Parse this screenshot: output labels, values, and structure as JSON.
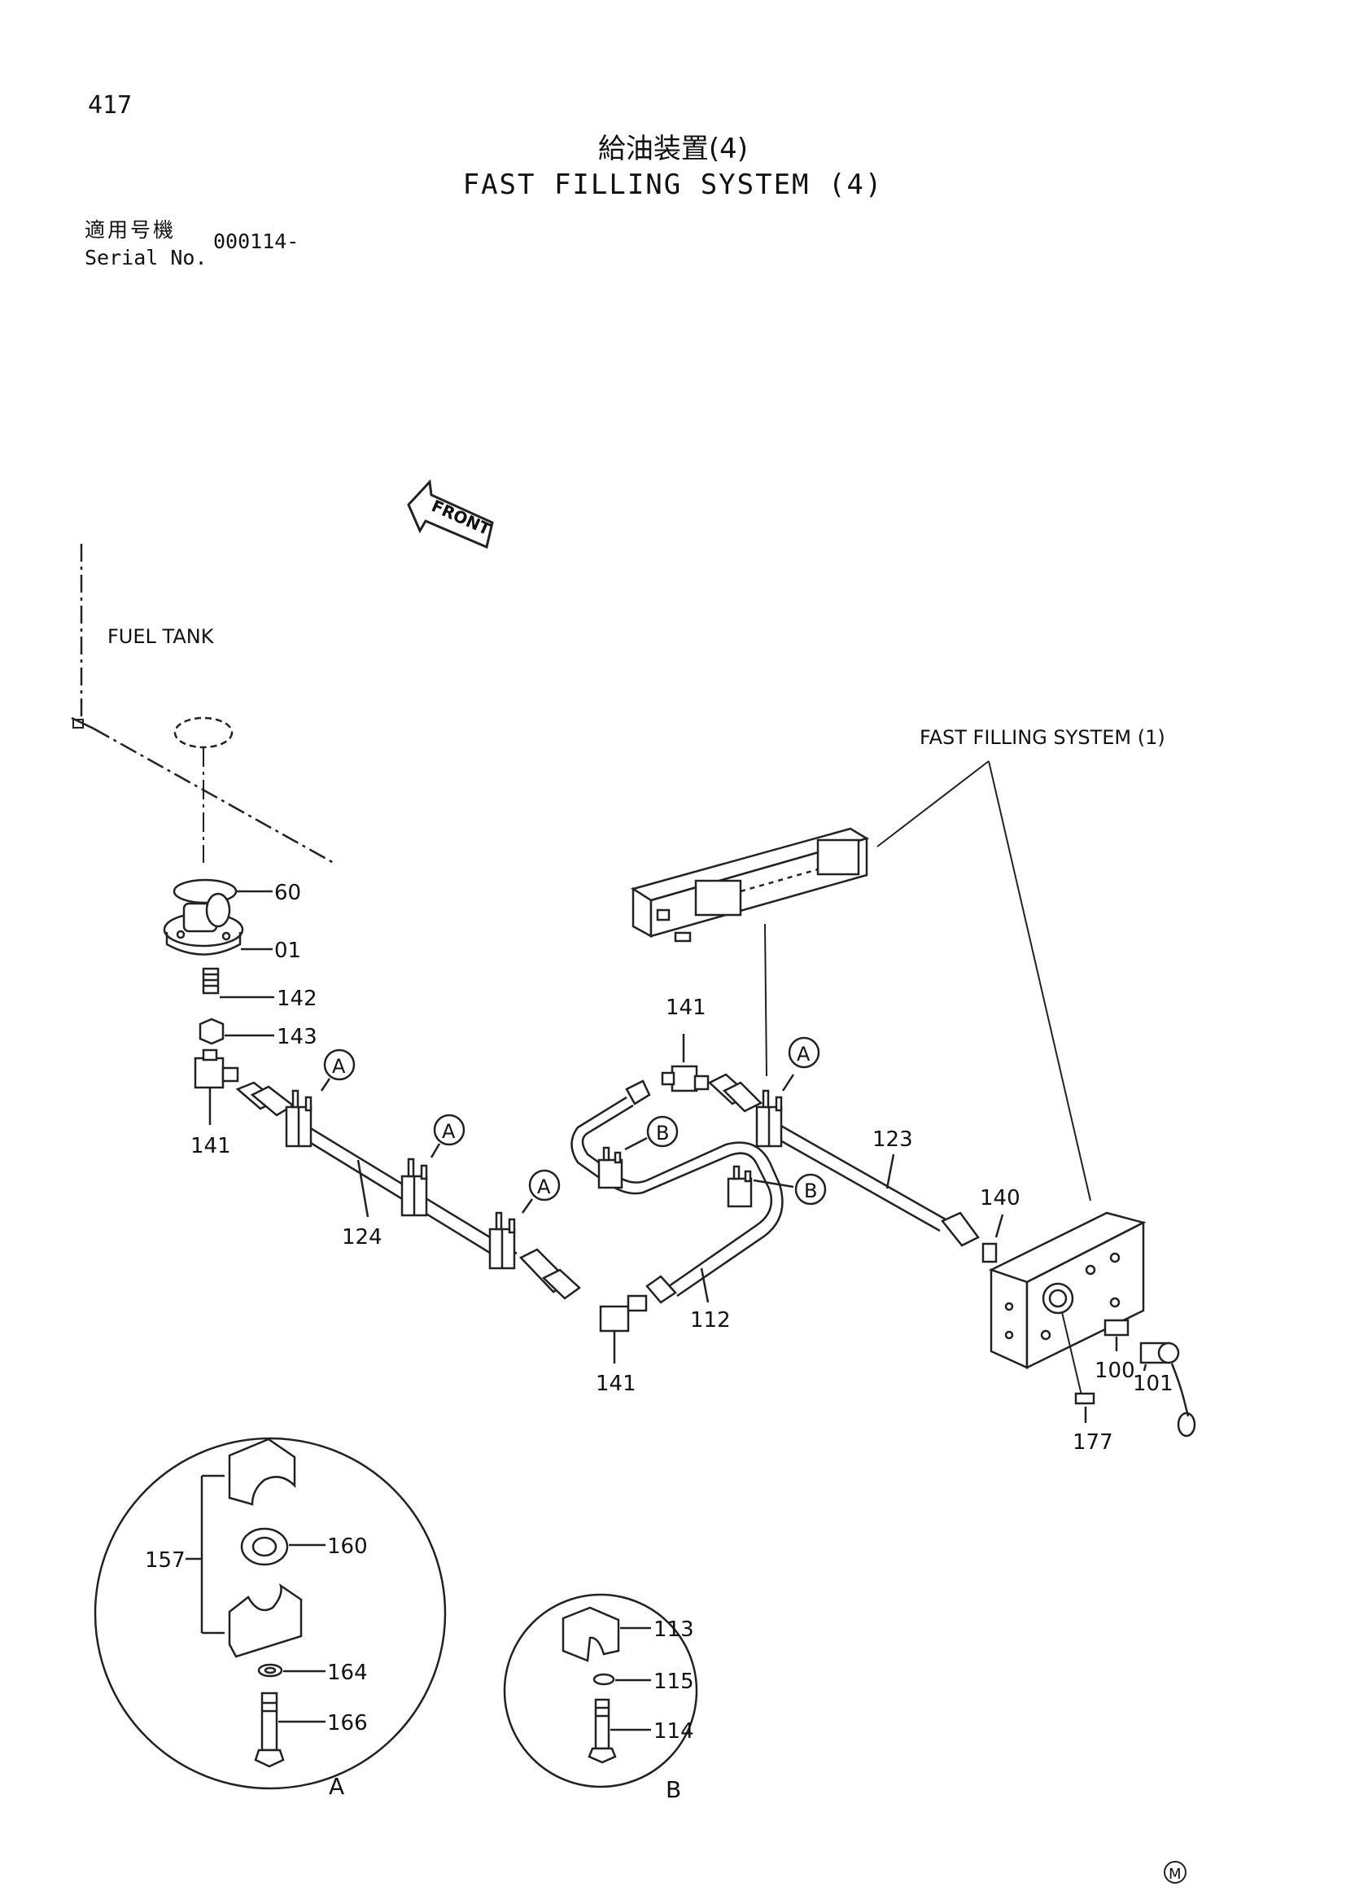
{
  "page_number": "417",
  "title_jp": "給油装置(4)",
  "title_en": "FAST FILLING SYSTEM (4)",
  "serial": {
    "label_jp": "適用号機",
    "label_en": "Serial No.",
    "value": "000114-"
  },
  "annotations": {
    "front": "FRONT",
    "fuel_tank": "FUEL TANK",
    "fast_filling_1": "FAST FILLING SYSTEM (1)"
  },
  "parts": {
    "p60": "60",
    "p01": "01",
    "p142": "142",
    "p143": "143",
    "p141_left": "141",
    "p141_top": "141",
    "p141_bottom": "141",
    "p124": "124",
    "p112": "112",
    "p123": "123",
    "p140": "140",
    "p100": "100",
    "p101": "101",
    "p177": "177",
    "p157": "157",
    "p160": "160",
    "p164": "164",
    "p166": "166",
    "p113": "113",
    "p115": "115",
    "p114": "114"
  },
  "callouts": {
    "a": "A",
    "b": "B"
  },
  "detail_labels": {
    "a": "A",
    "b": "B"
  },
  "mark": "M"
}
